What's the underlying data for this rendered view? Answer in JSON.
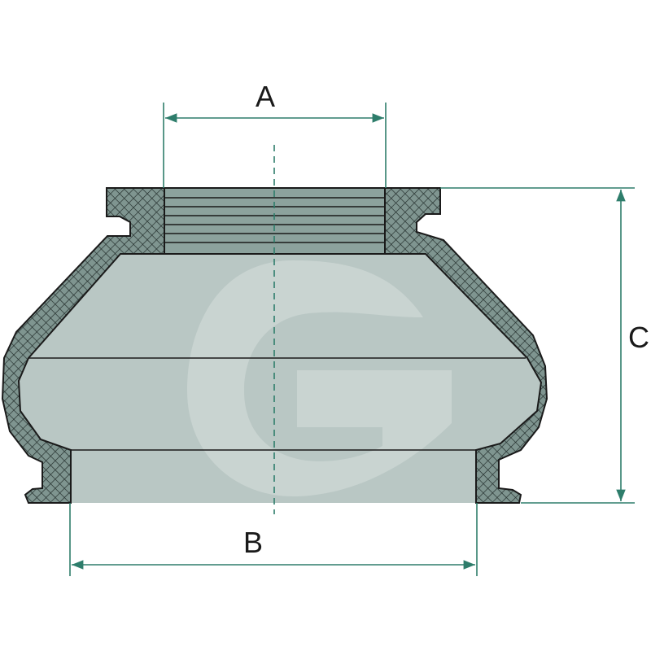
{
  "diagram": {
    "dimension_labels": {
      "a": "A",
      "b": "B",
      "c": "C"
    },
    "colors": {
      "dimension_line": "#2e7d6b",
      "outline": "#1a1a1a",
      "rubber_fill": "#7f9590",
      "hatch": "#1f2a28",
      "interior_fill": "#b9c7c4",
      "thread_fill": "#8ca29d",
      "watermark": "#d7dfdd"
    },
    "watermark_letter": "G"
  }
}
